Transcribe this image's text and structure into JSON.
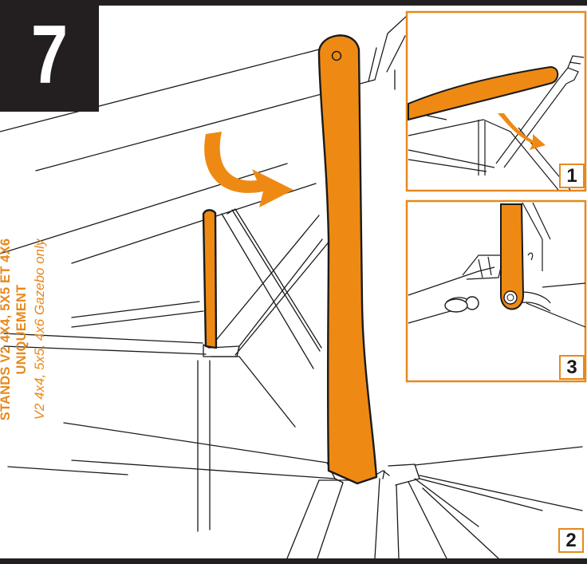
{
  "step": {
    "number": "7"
  },
  "side_label": {
    "title_line1": "STANDS V2 4X4, 5X5 ET 4X6",
    "title_line2": "UNIQUEMENT",
    "subtitle": "V2 4x4, 5x5, 4x6 Gazebo only"
  },
  "callouts": [
    {
      "label": "1"
    },
    {
      "label": "3"
    },
    {
      "label": "2"
    }
  ],
  "colors": {
    "accent": "#e6891d",
    "dark": "#231f20",
    "line": "#1a1a1a"
  }
}
